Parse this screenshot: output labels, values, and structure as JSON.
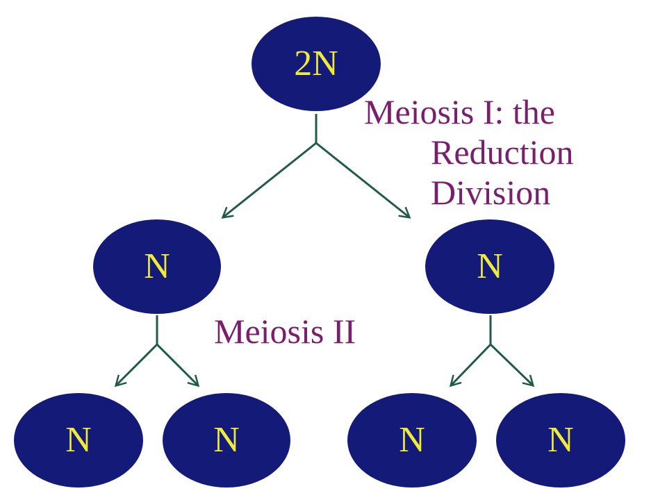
{
  "cells": {
    "parent": "2N",
    "first_division": [
      "N",
      "N"
    ],
    "second_division": [
      "N",
      "N",
      "N",
      "N"
    ]
  },
  "labels": {
    "meiosis_one": [
      "Meiosis I:  the",
      "Reduction",
      "Division"
    ],
    "meiosis_two": "Meiosis II"
  },
  "colors": {
    "cell_fill": "#141a78",
    "cell_text": "#f0ea3a",
    "label_text": "#7a1f6e",
    "arrow": "#1f5a4a"
  }
}
